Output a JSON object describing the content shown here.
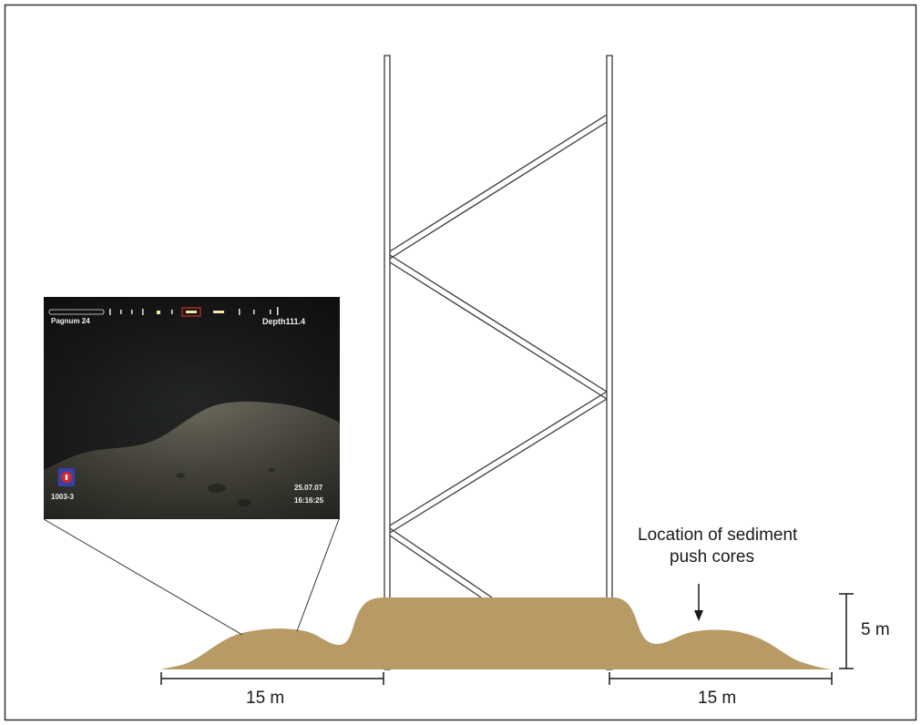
{
  "figure": {
    "background": "#ffffff",
    "border_color": "#333333",
    "structure": {
      "line_color": "#3a3a3a",
      "fill_color": "#ffffff"
    },
    "mound": {
      "fill_color": "#b89a65"
    }
  },
  "labels": {
    "sediment_location": [
      "Location of sediment",
      "push cores"
    ],
    "height_scale": "5 m",
    "left_width": "15 m",
    "right_width": "15 m"
  },
  "inset_photo": {
    "overlay_top_left": "Pagnum 24",
    "overlay_top_right": "Depth111.4",
    "overlay_bottom_left": "1003-3",
    "overlay_date": "25.07.07",
    "overlay_time": "16:16:25",
    "badge_color": "#3d3fa8",
    "badge_ring_color": "#d02a2a",
    "seafloor_color": "#5c5b50"
  }
}
